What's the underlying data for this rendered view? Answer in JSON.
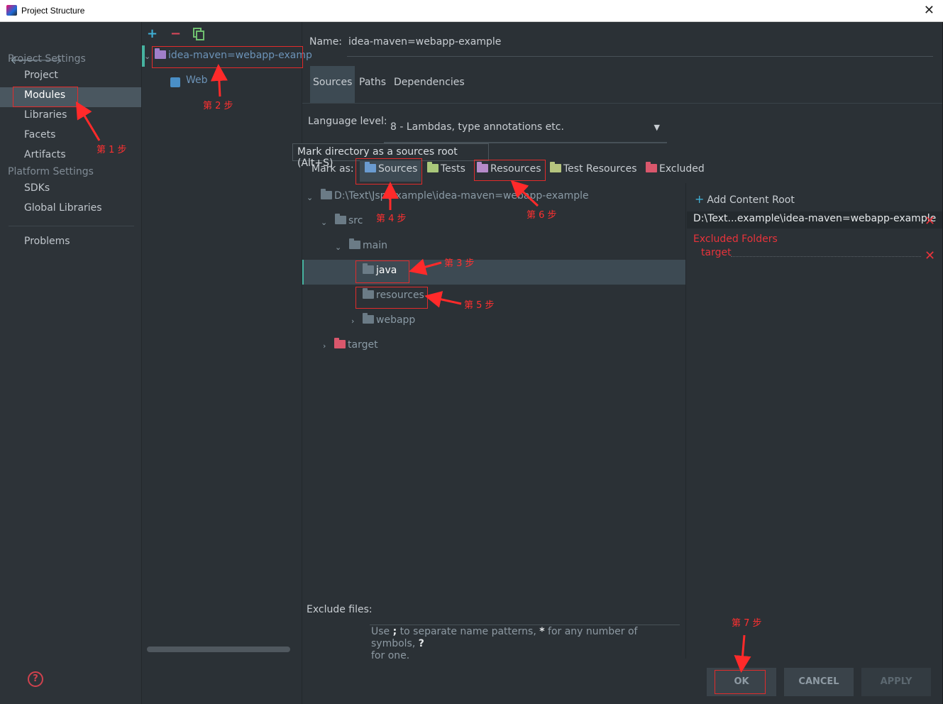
{
  "window": {
    "title": "Project Structure"
  },
  "nav": {
    "project_settings": "Project Settings",
    "platform_settings": "Platform Settings",
    "items_project": [
      "Project",
      "Modules",
      "Libraries",
      "Facets",
      "Artifacts"
    ],
    "items_platform": [
      "SDKs",
      "Global Libraries"
    ],
    "problems": "Problems",
    "selected": "Modules"
  },
  "modules": {
    "module_name": "idea-maven=webapp-examp",
    "facet": "Web"
  },
  "details": {
    "name_label": "Name:",
    "name_value": "idea-maven=webapp-example",
    "tabs": [
      "Sources",
      "Paths",
      "Dependencies"
    ],
    "language_label": "Language level:",
    "language_value": "8 - Lambdas, type annotations etc.",
    "tooltip": "Mark directory as a sources root (Alt+S)",
    "mark_as": "Mark as:",
    "marks": [
      "Sources",
      "Tests",
      "Resources",
      "Test Resources",
      "Excluded"
    ]
  },
  "tree": {
    "root": "D:\\Text\\Jsp\\example\\idea-maven=webapp-example",
    "src": "src",
    "main": "main",
    "java": "java",
    "resources": "resources",
    "webapp": "webapp",
    "target": "target"
  },
  "content_root": {
    "add": "Add Content Root",
    "path": "D:\\Text...example\\idea-maven=webapp-example",
    "excluded_title": "Excluded Folders",
    "excluded_item": "target"
  },
  "exclude": {
    "label": "Exclude files:",
    "hint_a": "Use ",
    "hint_semicolon": ";",
    "hint_b": " to separate name patterns, ",
    "hint_star": "*",
    "hint_c": " for any number of symbols, ",
    "hint_q": "?",
    "hint_d": "for one."
  },
  "buttons": {
    "ok": "OK",
    "cancel": "CANCEL",
    "apply": "APPLY"
  },
  "steps": [
    "第 1 步",
    "第 2 步",
    "第 3 步",
    "第 4 步",
    "第 5 步",
    "第 6 步",
    "第 7 步"
  ],
  "colors": {
    "sources": "#6a9bd0",
    "tests": "#a9c77a",
    "resources": "#b58ac9",
    "test_resources": "#b5c47e",
    "excluded": "#d9576c",
    "plain_folder": "#6b7b86",
    "annotation": "#ff3030"
  },
  "icons": [
    "back-arrow-icon",
    "forward-arrow-icon",
    "add-icon",
    "remove-icon",
    "copy-icon",
    "help-icon",
    "close-icon"
  ]
}
